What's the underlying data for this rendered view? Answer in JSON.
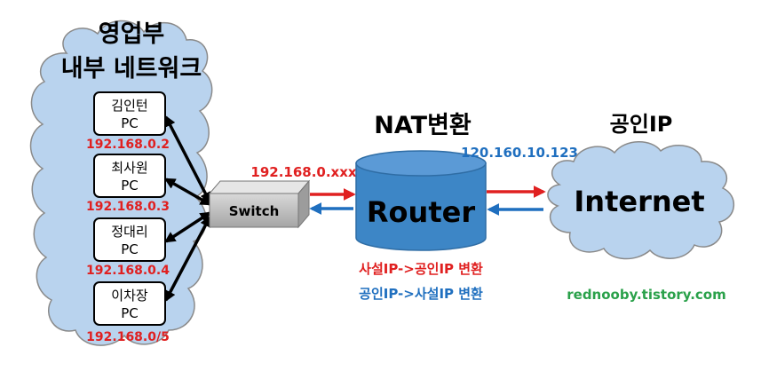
{
  "internal_network": {
    "title_line1": "영업부",
    "title_line2": "내부 네트워크"
  },
  "pcs": [
    {
      "name": "김인턴",
      "type": "PC",
      "ip": "192.168.0.2"
    },
    {
      "name": "최사원",
      "type": "PC",
      "ip": "192.168.0.3"
    },
    {
      "name": "정대리",
      "type": "PC",
      "ip": "192.168.0.4"
    },
    {
      "name": "이차장",
      "type": "PC",
      "ip": "192.168.0/5"
    }
  ],
  "switch": {
    "label": "Switch"
  },
  "private_range": "192.168.0.xxx",
  "nat": {
    "title": "NAT변환"
  },
  "router": {
    "label": "Router"
  },
  "public_ip": "120.160.10.123",
  "public_title": "공인IP",
  "internet": {
    "label": "Internet"
  },
  "conversions": {
    "outbound": "사설IP->공인IP 변환",
    "inbound": "공인IP->사설IP 변환"
  },
  "credit": "rednooby.tistory.com",
  "colors": {
    "cloud_fill": "#b9d3ee",
    "cloud_stroke": "#8a8a8a",
    "router_fill": "#3d86c6",
    "router_stroke": "#2f6da5",
    "red": "#e02020",
    "blue": "#1f6fbf",
    "green": "#2aa14a"
  }
}
